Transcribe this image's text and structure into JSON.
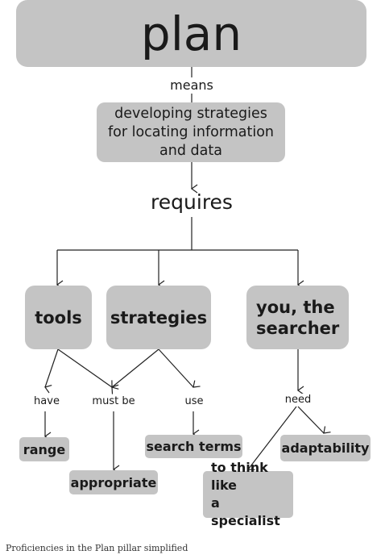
{
  "title": "plan",
  "means_label": "means",
  "strategy_box": "developing strategies\nfor locating information\nand data",
  "requires_label": "requires",
  "pillars": {
    "tools": "tools",
    "strategies": "strategies",
    "searcher": "you, the\nsearcher"
  },
  "connectors": {
    "have": "have",
    "must_be": "must be",
    "use": "use",
    "need": "need"
  },
  "outcomes": {
    "range": "range",
    "appropriate": "appropriate",
    "search_terms": "search terms",
    "adaptability": "adaptability",
    "specialist": "to think like\na specialist"
  },
  "caption": "Proficiencies in the Plan pillar simplified",
  "colors": {
    "box_fill": "#c4c4c4",
    "line": "#222222"
  }
}
